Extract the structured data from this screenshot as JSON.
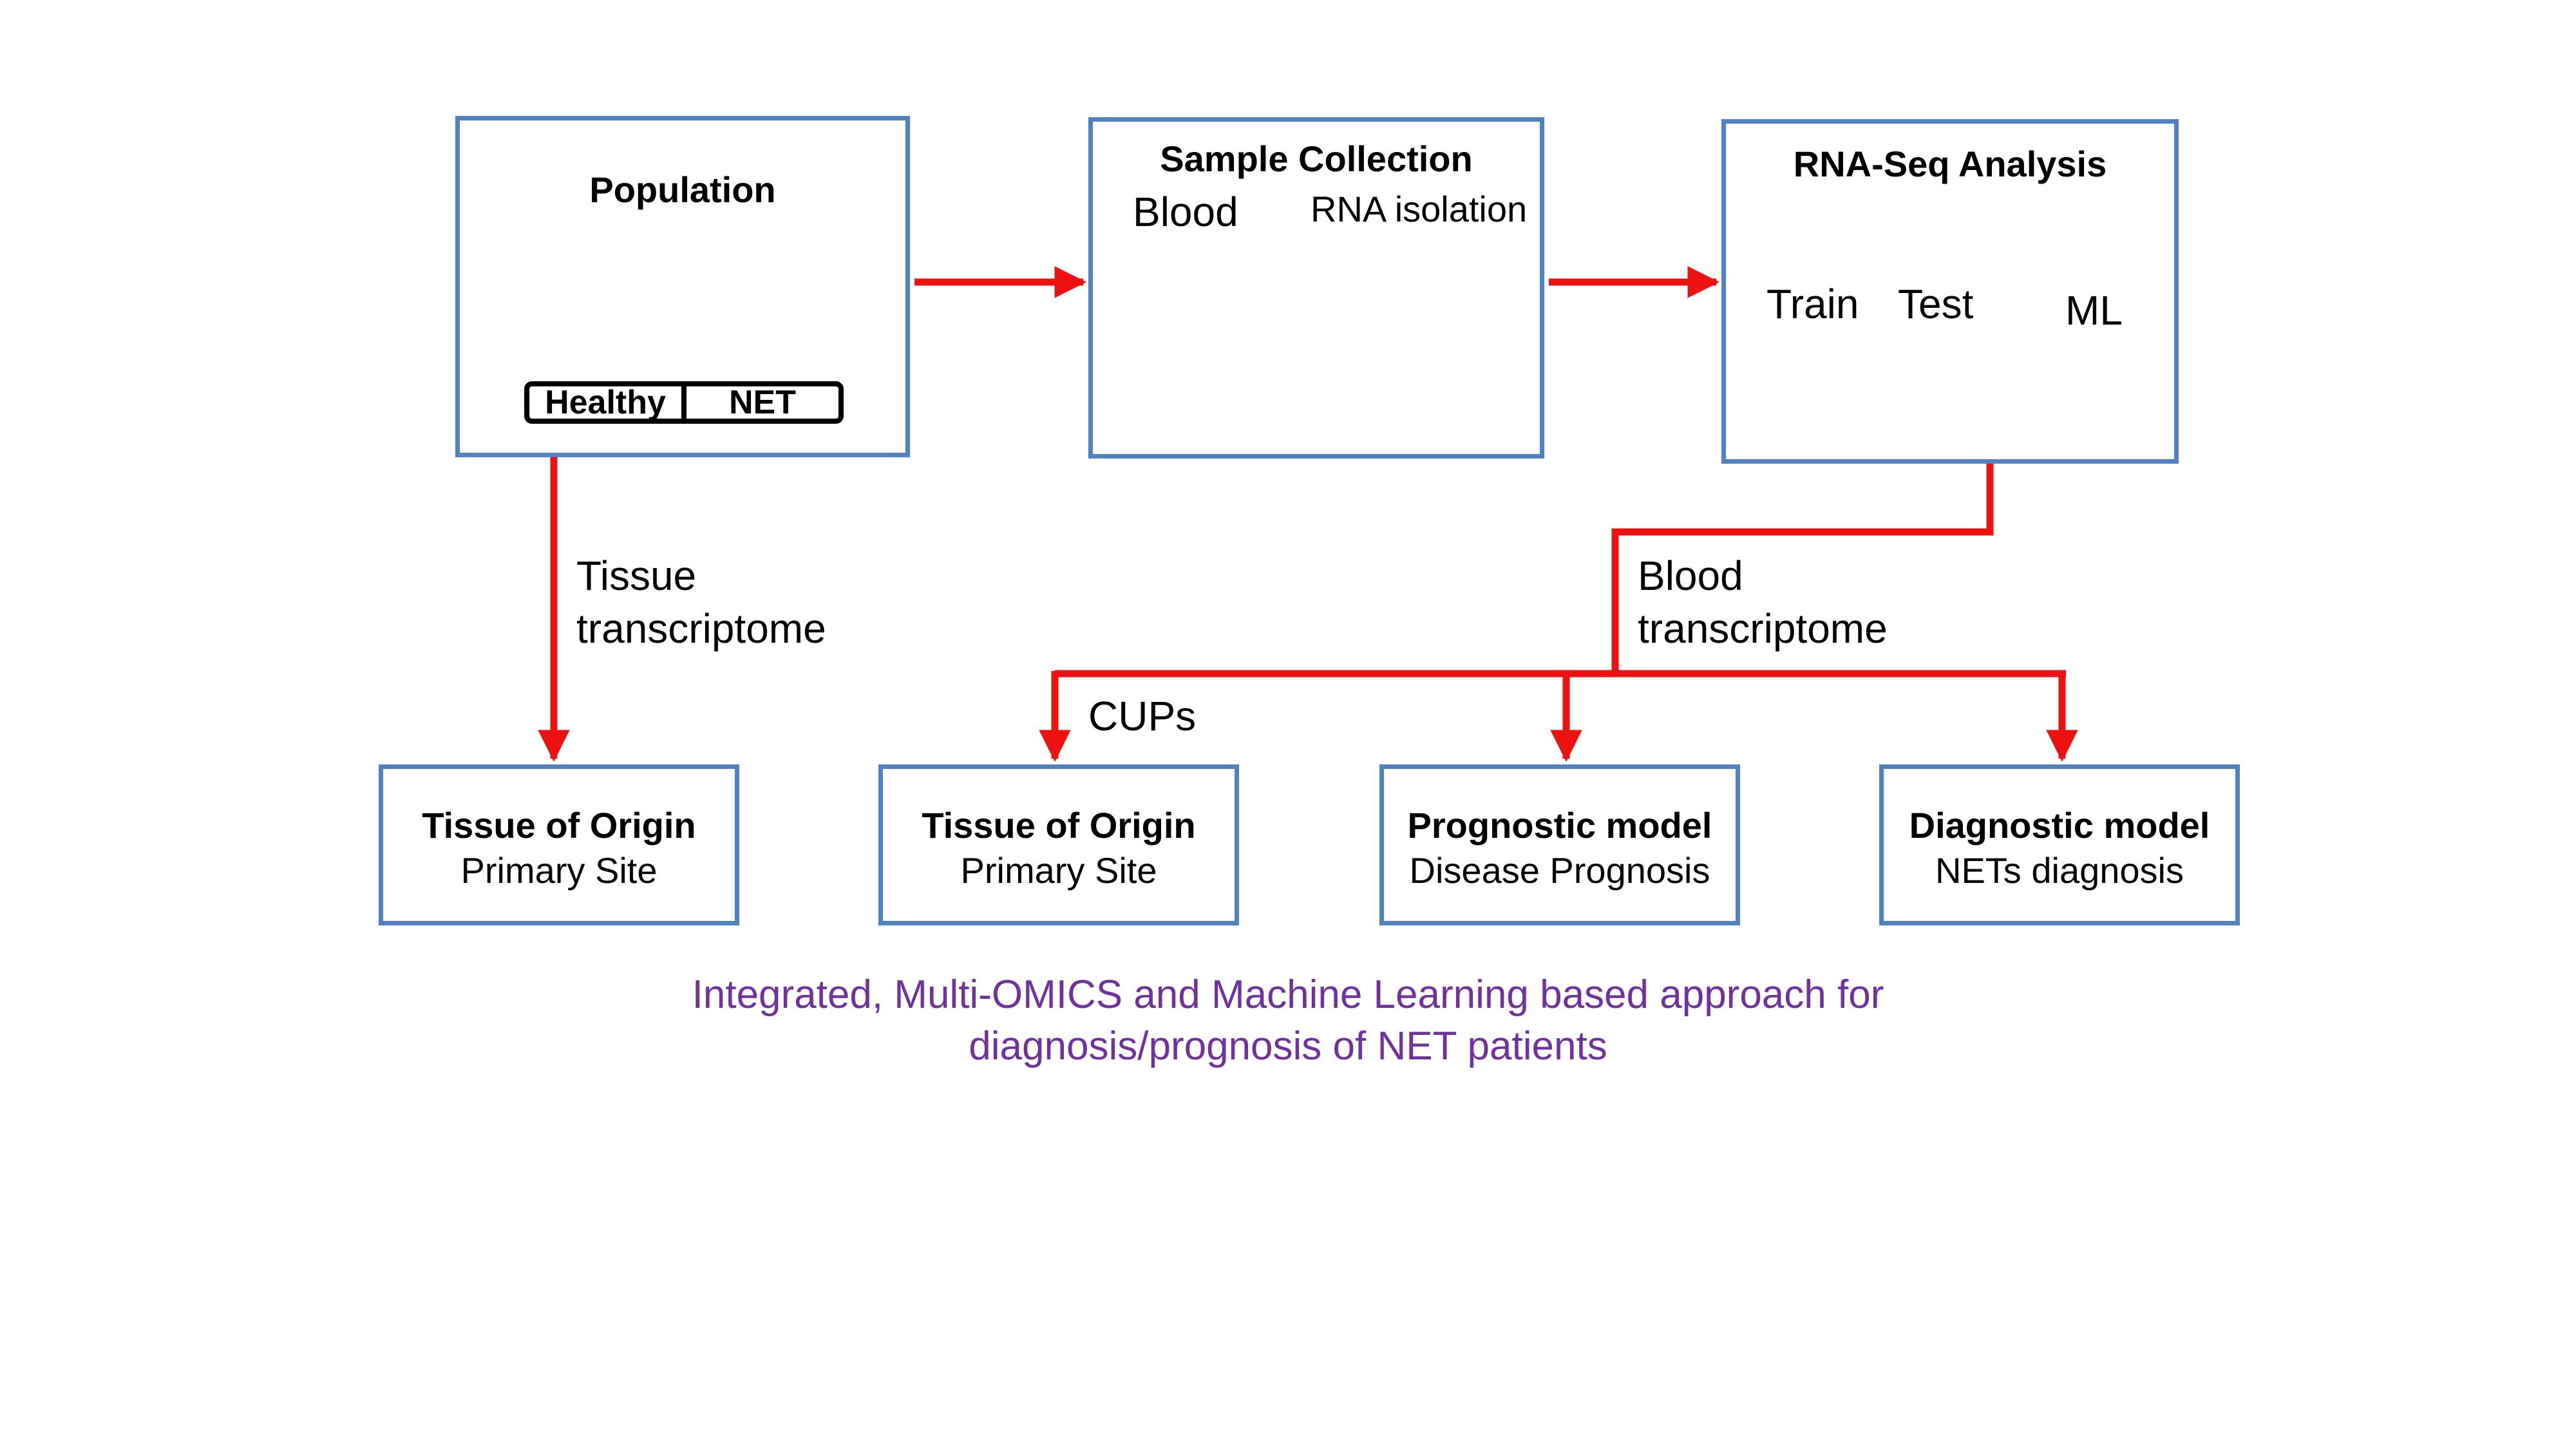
{
  "boxes": {
    "population": {
      "title": "Population",
      "legend_left": "Healthy",
      "legend_right": "NET"
    },
    "sample": {
      "title": "Sample Collection",
      "blood": "Blood",
      "rna": "RNA isolation"
    },
    "rnaseq": {
      "title": "RNA-Seq Analysis",
      "train": "Train",
      "test": "Test",
      "ml": "ML"
    }
  },
  "edges": {
    "tissue_l1": "Tissue",
    "tissue_l2": "transcriptome",
    "blood_l1": "Blood",
    "blood_l2": "transcriptome",
    "cups": "CUPs"
  },
  "outputs": [
    {
      "title": "Tissue of Origin",
      "subtitle": "Primary Site"
    },
    {
      "title": "Tissue of Origin",
      "subtitle": "Primary Site"
    },
    {
      "title": "Prognostic model",
      "subtitle": "Disease Prognosis"
    },
    {
      "title": "Diagnostic model",
      "subtitle": "NETs diagnosis"
    }
  ],
  "caption": {
    "line1": "Integrated, Multi-OMICS and Machine Learning based approach for",
    "line2": "diagnosis/prognosis of NET patients"
  },
  "colors": {
    "arrow": "#ee1111",
    "box_border": "#4f81c5",
    "caption": "#7030a0"
  }
}
